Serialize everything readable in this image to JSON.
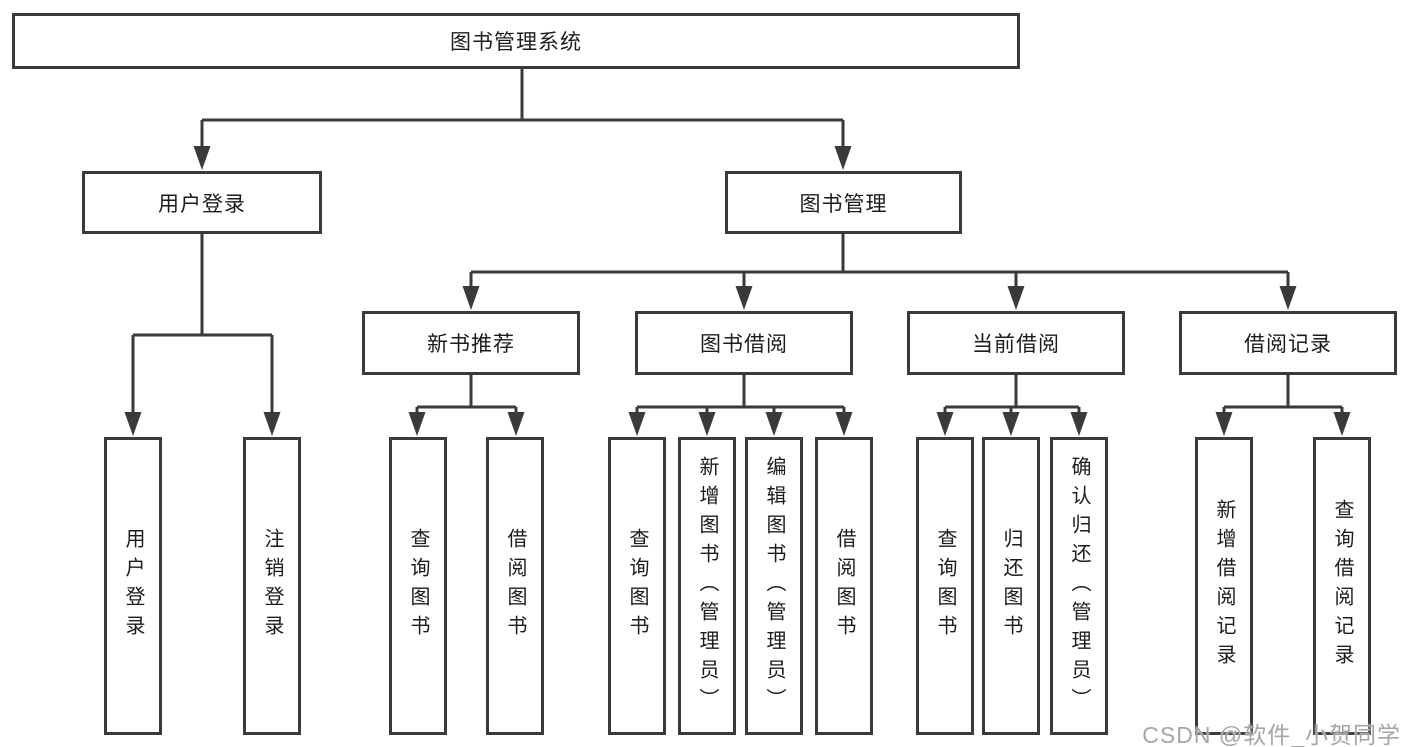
{
  "colors": {
    "line": "#3a3a3a",
    "box_border": "#3a3a3a",
    "text": "#1c1c1c",
    "watermark": "#a6a6a6",
    "background": "#ffffff"
  },
  "diagram": {
    "root": {
      "label": "图书管理系统"
    },
    "level2": [
      {
        "label": "用户登录",
        "children": [
          {
            "label": "用户登录"
          },
          {
            "label": "注销登录"
          }
        ]
      },
      {
        "label": "图书管理",
        "sections": [
          {
            "label": "新书推荐",
            "children": [
              {
                "label": "查询图书"
              },
              {
                "label": "借阅图书"
              }
            ]
          },
          {
            "label": "图书借阅",
            "children": [
              {
                "label": "查询图书"
              },
              {
                "label": "新增图书（管理员）"
              },
              {
                "label": "编辑图书（管理员）"
              },
              {
                "label": "借阅图书"
              }
            ]
          },
          {
            "label": "当前借阅",
            "children": [
              {
                "label": "查询图书"
              },
              {
                "label": "归还图书"
              },
              {
                "label": "确认归还（管理员）"
              }
            ]
          },
          {
            "label": "借阅记录",
            "children": [
              {
                "label": "新增借阅记录"
              },
              {
                "label": "查询借阅记录"
              }
            ]
          }
        ]
      }
    ]
  },
  "watermark": {
    "text": "CSDN @软件_小贺同学"
  }
}
